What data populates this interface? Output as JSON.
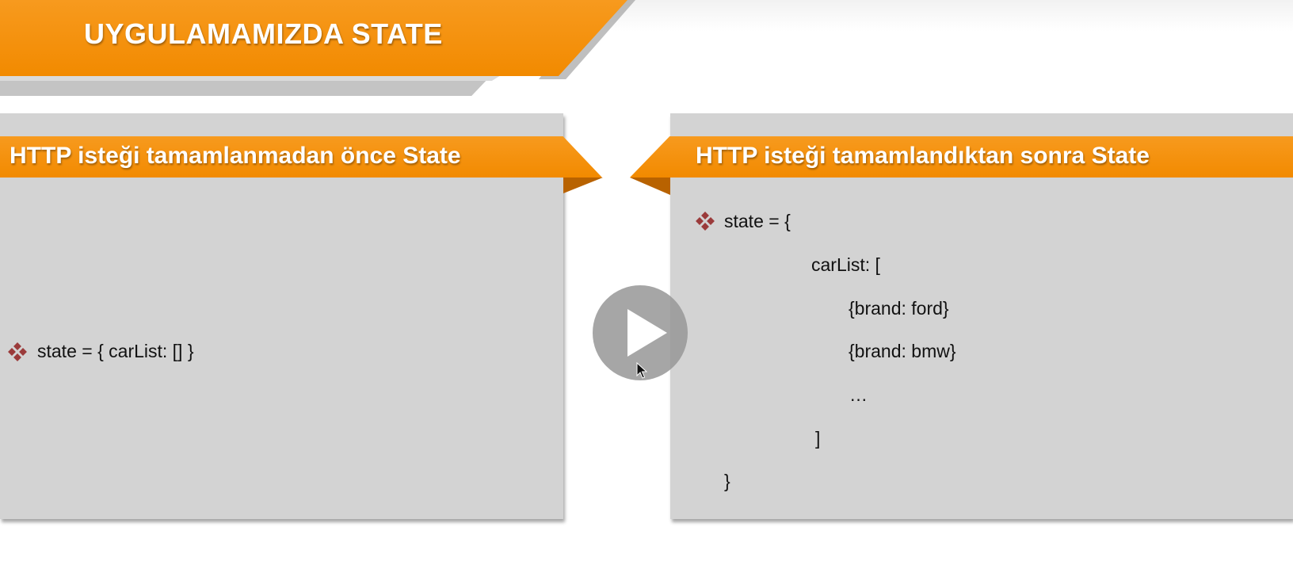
{
  "slide": {
    "title": "UYGULAMAMIZDA STATE"
  },
  "left_panel": {
    "heading": "HTTP isteği tamamlanmadan önce State",
    "lines": [
      "state = { carList: [] }"
    ]
  },
  "right_panel": {
    "heading": "HTTP isteği tamamlandıktan sonra State",
    "lines": [
      "state = {",
      "carList: [",
      "{brand: ford}",
      "{brand: bmw}",
      "…",
      "]",
      "}"
    ]
  },
  "player": {
    "play_icon": "play-icon",
    "cursor_icon": "mouse-cursor-icon"
  },
  "colors": {
    "accent_orange": "#f28a00",
    "panel_gray": "#d3d3d3",
    "bullet_red": "#9b3b3b"
  }
}
